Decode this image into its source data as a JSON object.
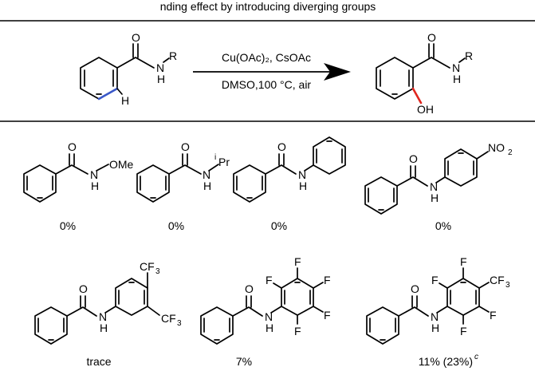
{
  "caption_fragment": "nding effect by introducing diverging groups",
  "scheme": {
    "conditions_above": "Cu(OAc)₂, CsOAc",
    "conditions_below": "DMSO,100 °C, air",
    "start_group_label": "R",
    "start_h_label": "H",
    "product_group_label": "R",
    "product_oh_label": "OH",
    "highlight_colors": {
      "start_bond": "#3a58c8",
      "product_bond": "#e0261e"
    }
  },
  "substrates": [
    {
      "id": "s1",
      "amide_sub": "OMe",
      "yield": "0%"
    },
    {
      "id": "s2",
      "amide_sub": "iPr",
      "yield": "0%"
    },
    {
      "id": "s3",
      "amide_sub": "Ph",
      "yield": "0%"
    },
    {
      "id": "s4",
      "amide_sub": "NO2",
      "yield": "0%"
    },
    {
      "id": "s5",
      "amide_sub": "CF3",
      "yield": "trace"
    },
    {
      "id": "s6",
      "amide_sub": "F",
      "yield": "7%"
    },
    {
      "id": "s7",
      "amide_sub": "CF3",
      "yield": "11% (23%)",
      "yield_note": "c"
    }
  ],
  "labels": {
    "O": "O",
    "N": "N",
    "H": "H",
    "F": "F",
    "CF": "CF",
    "three": "3",
    "NO": "NO",
    "two": "2",
    "OMe": "OMe",
    "i": "i",
    "Pr": "Pr"
  }
}
